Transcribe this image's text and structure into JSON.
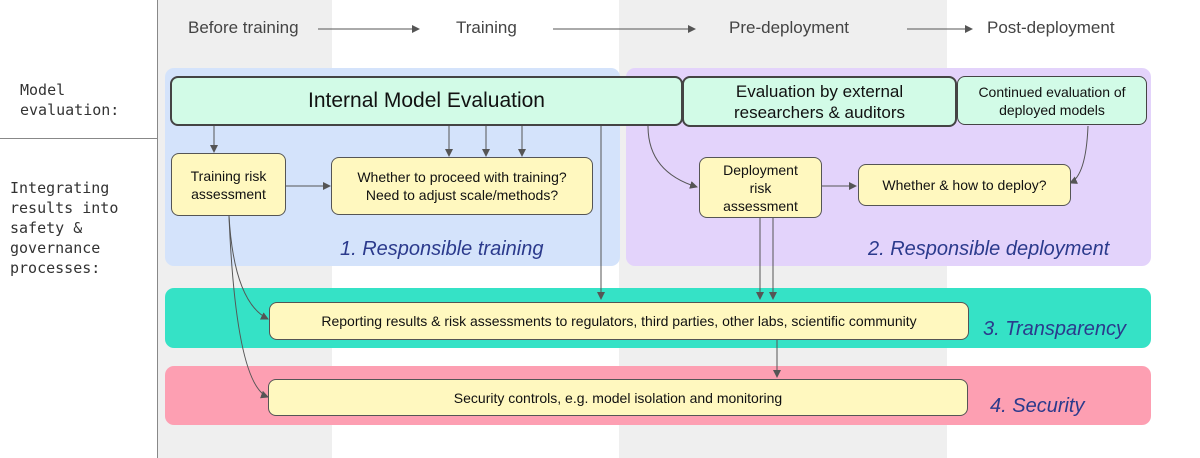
{
  "phases": [
    "Before training",
    "Training",
    "Pre-deployment",
    "Post-deployment"
  ],
  "row_labels": {
    "model_evaluation": "Model\nevaluation:",
    "integrating": "Integrating\nresults into\nsafety &\ngovernance\nprocesses:"
  },
  "evaluation": {
    "internal": "Internal Model Evaluation",
    "external": "Evaluation by external researchers & auditors",
    "continued": "Continued evaluation of deployed models"
  },
  "training": {
    "risk_assessment": "Training risk assessment",
    "decision": "Whether to proceed with training? Need to adjust scale/methods?",
    "title": "1. Responsible training"
  },
  "deployment": {
    "risk_assessment": "Deployment risk assessment",
    "decision": "Whether & how to deploy?",
    "title": "2. Responsible deployment"
  },
  "transparency": {
    "box": "Reporting results & risk assessments to regulators, third parties, other labs, scientific community",
    "title": "3. Transparency"
  },
  "security": {
    "box": "Security controls, e.g. model isolation and monitoring",
    "title": "4. Security"
  },
  "colors": {
    "column_shade": "#efefef",
    "training_region": "#d4e3fb",
    "deployment_region": "#e3d3fb",
    "transparency_region": "#35e2c6",
    "security_region": "#fd9fb2",
    "yellow_box": "#fff8bf",
    "mint_box": "#d2fbe7",
    "region_title_text": "#2b3a8c"
  }
}
